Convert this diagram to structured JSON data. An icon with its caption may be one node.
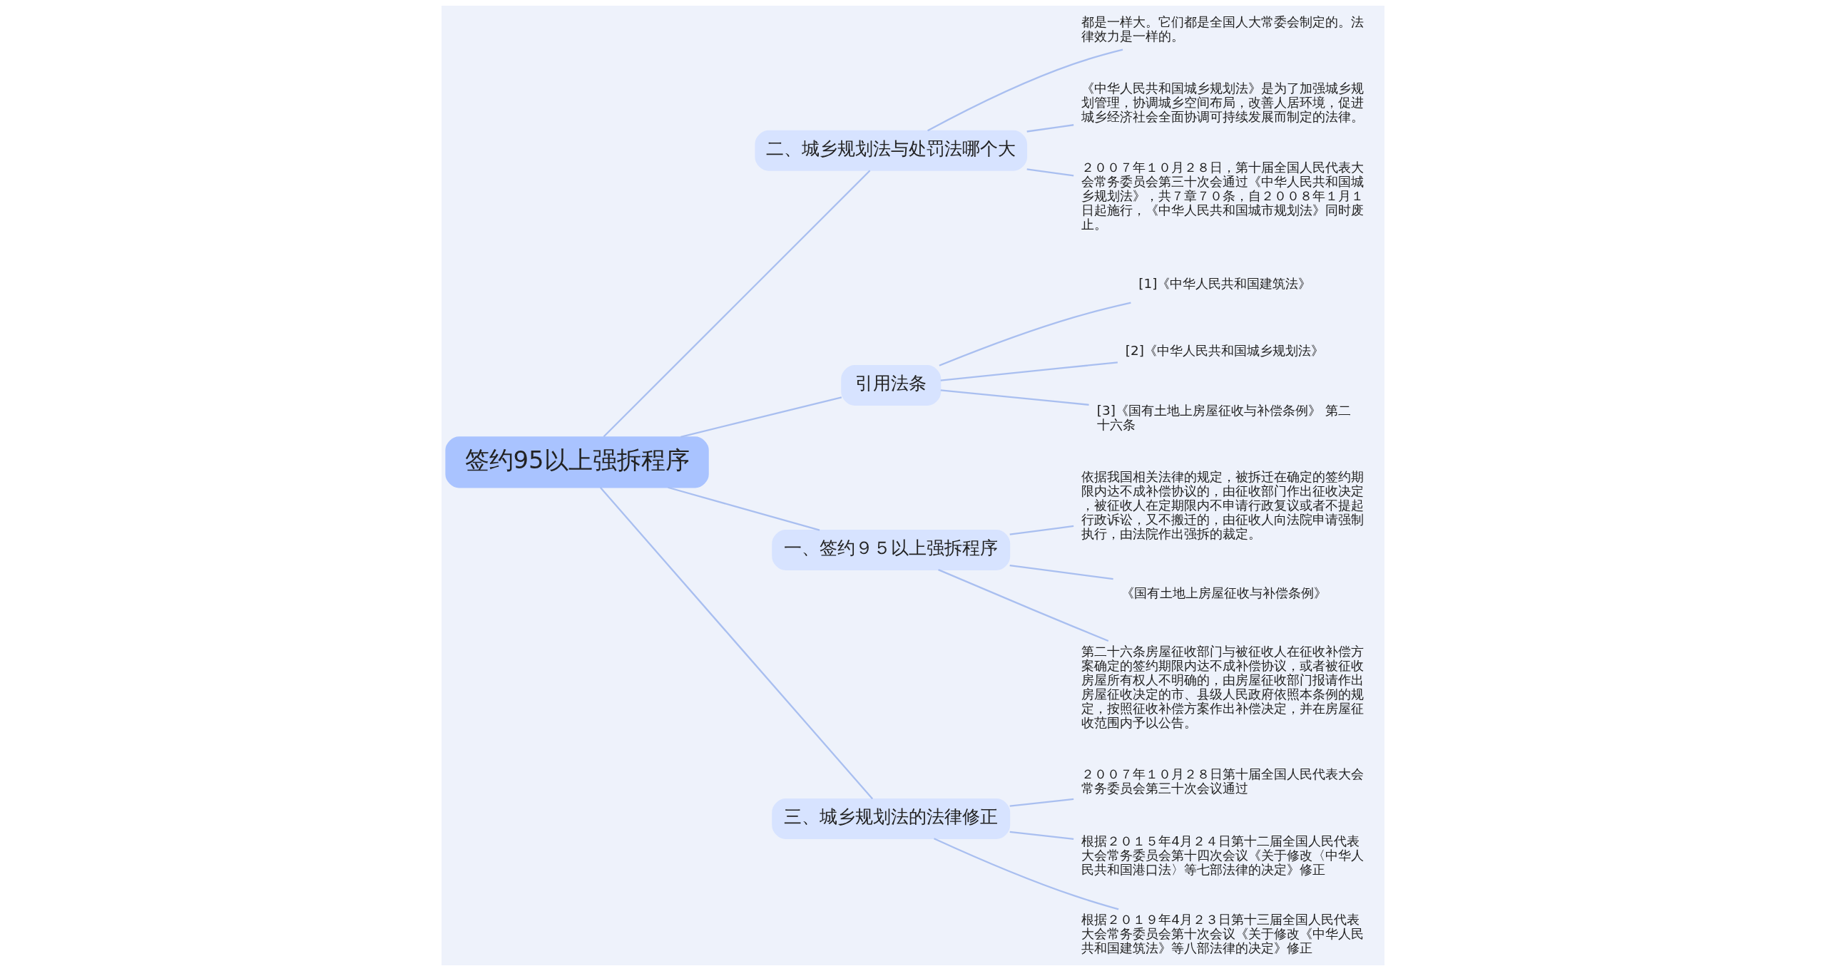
{
  "diagram": {
    "nodes": [
      {
        "text": [
          "签约95以上强拆程序"
        ]
      },
      {
        "text": [
          "二、城乡规划法与处罚法哪个大"
        ]
      },
      {
        "text": [
          "都是一样大。它们都是全国人大常委会制定的。法律效力是一样的。"
        ]
      },
      {
        "text": [
          "《中华人民共和国城乡规划法》是为了加强城乡规划管理，协调城乡空间布局，改善人居环境，促进城乡经济社会全面协调可持续发展而制定的法律。"
        ]
      },
      {
        "text": [
          "２００７年１０月２８日，第十届全国人民代表大会常务委员会第三十次会通过《中华人民共和国城乡规划法》，共７章７０条，自２００８年１月１日起施行，《中华人民共和国城市规划法》同时废止。"
        ]
      },
      {
        "text": [
          "引用法条"
        ]
      },
      {
        "text": [
          "[1]《中华人民共和国建筑法》"
        ]
      },
      {
        "text": [
          "[2]《中华人民共和国城乡规划法》"
        ]
      },
      {
        "text": [
          "[3]《国有土地上房屋征收与补偿条例》 第二十六条"
        ]
      },
      {
        "text": [
          "一、签约９５以上强拆程序"
        ]
      },
      {
        "text": [
          "依据我国相关法律的规定，被拆迁在确定的签约期限内达不成补偿协议的，由征收部门作出征收决定，被征收人在定期限内不申请行政复议或者不提起行政诉讼，又不搬迁的，由征收人向法院申请强制执行，由法院作出强拆的裁定。"
        ]
      },
      {
        "text": [
          "《国有土地上房屋征收与补偿条例》"
        ]
      },
      {
        "text": [
          "第二十六条房屋征收部门与被征收人在征收补偿方案确定的签约期限内达不成补偿协议，或者被征收房屋所有权人不明确的，由房屋征收部门报请作出房屋征收决定的市、县级人民政府依照本条例的规定，按照征收补偿方案作出补偿决定，并在房屋征收范围内予以公告。"
        ]
      },
      {
        "text": [
          "三、城乡规划法的法律修正"
        ]
      },
      {
        "text": [
          "２００７年１０月２８日第十届全国人民代表大会常务委员会第三十次会议通过"
        ]
      },
      {
        "text": [
          "根据２０１５年4月２４日第十二届全国人民代表大会常务委员会第十四次会议《关于修改〈中华人民共和国港口法〉等七部法律的决定》修正"
        ]
      },
      {
        "text": [
          "根据２０１９年4月２３日第十三届全国人民代表大会常务委员会第十次会议《关于修改《中华人民共和国建筑法》等八部法律的决定》修正"
        ]
      }
    ],
    "edges": [
      {
        "from": 0,
        "to": 1,
        "arrow": "none"
      },
      {
        "from": 1,
        "to": 2,
        "arrow": "none"
      },
      {
        "from": 1,
        "to": 3,
        "arrow": "none"
      },
      {
        "from": 1,
        "to": 4,
        "arrow": "none"
      },
      {
        "from": 0,
        "to": 5,
        "arrow": "none"
      },
      {
        "from": 5,
        "to": 6,
        "arrow": "none"
      },
      {
        "from": 5,
        "to": 7,
        "arrow": "none"
      },
      {
        "from": 5,
        "to": 8,
        "arrow": "none"
      },
      {
        "from": 0,
        "to": 9,
        "arrow": "none"
      },
      {
        "from": 9,
        "to": 10,
        "arrow": "none"
      },
      {
        "from": 9,
        "to": 11,
        "arrow": "none"
      },
      {
        "from": 9,
        "to": 12,
        "arrow": "none"
      },
      {
        "from": 0,
        "to": 13,
        "arrow": "none"
      },
      {
        "from": 13,
        "to": 14,
        "arrow": "none"
      },
      {
        "from": 13,
        "to": 15,
        "arrow": "none"
      },
      {
        "from": 13,
        "to": 16,
        "arrow": "none"
      }
    ]
  }
}
